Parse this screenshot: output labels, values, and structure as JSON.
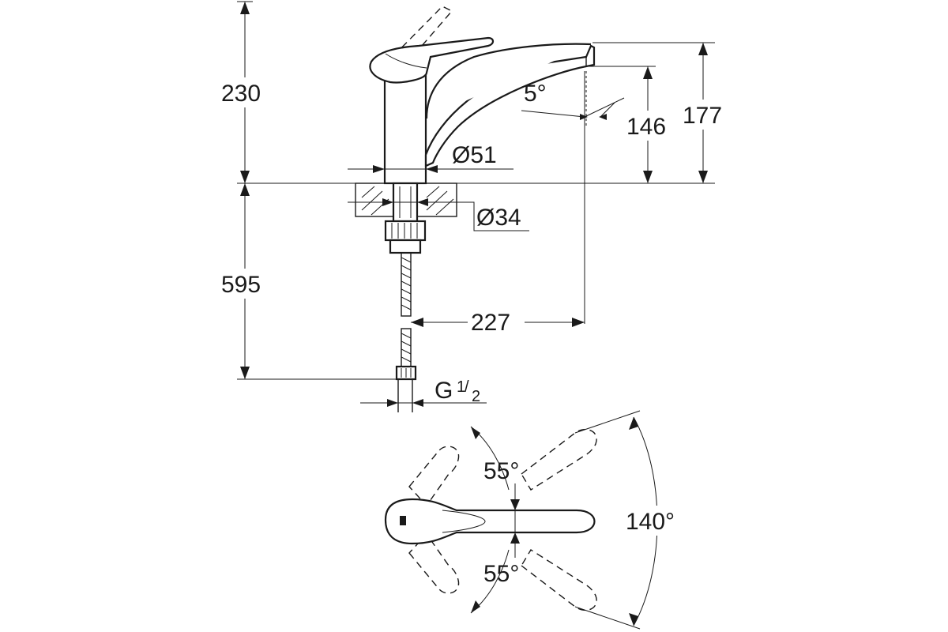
{
  "dimensions": {
    "height_total": "230",
    "height_below": "595",
    "spout_angle": "5°",
    "spout_height": "146",
    "total_spout_height": "177",
    "body_diameter": "Ø51",
    "shank_diameter": "Ø34",
    "spout_reach": "227",
    "connection_g": "G",
    "connection_num": "1",
    "connection_den": "2"
  },
  "handle_rotation": {
    "left_angle": "55°",
    "right_angle": "55°",
    "total_angle": "140°"
  }
}
